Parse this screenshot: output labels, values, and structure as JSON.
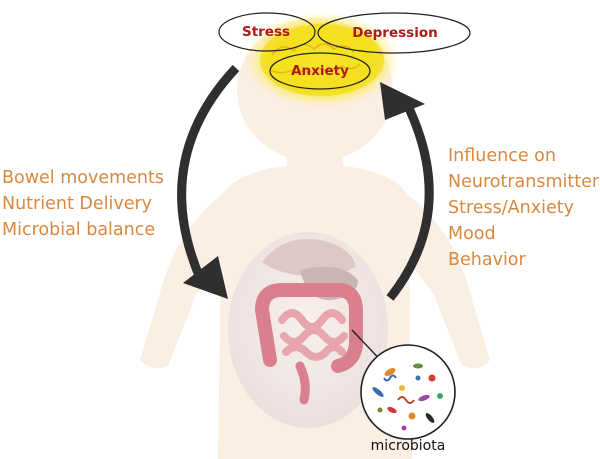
{
  "brain_states": {
    "stress": "Stress",
    "depression": "Depression",
    "anxiety": "Anxiety"
  },
  "gut_to_brain_effects": [
    "Bowel movements",
    "Nutrient Delivery",
    "Microbial balance"
  ],
  "brain_to_gut_effects": [
    "Influence on",
    "Neurotransmitter",
    "Stress/Anxiety",
    "Mood",
    "Behavior"
  ],
  "microbiota_label": "microbiota",
  "colors": {
    "side_text": "#d9883f",
    "brain_label": "#b0181a",
    "body_silhouette": "#fbeee2",
    "brain_glow": "#f6e21c",
    "arrow": "#2f2f2f",
    "intestine": "#d9808c"
  },
  "icons": [
    "child-silhouette",
    "brain-glow",
    "digestive-system",
    "microbiota-circle",
    "curved-arrow-down",
    "curved-arrow-up"
  ]
}
